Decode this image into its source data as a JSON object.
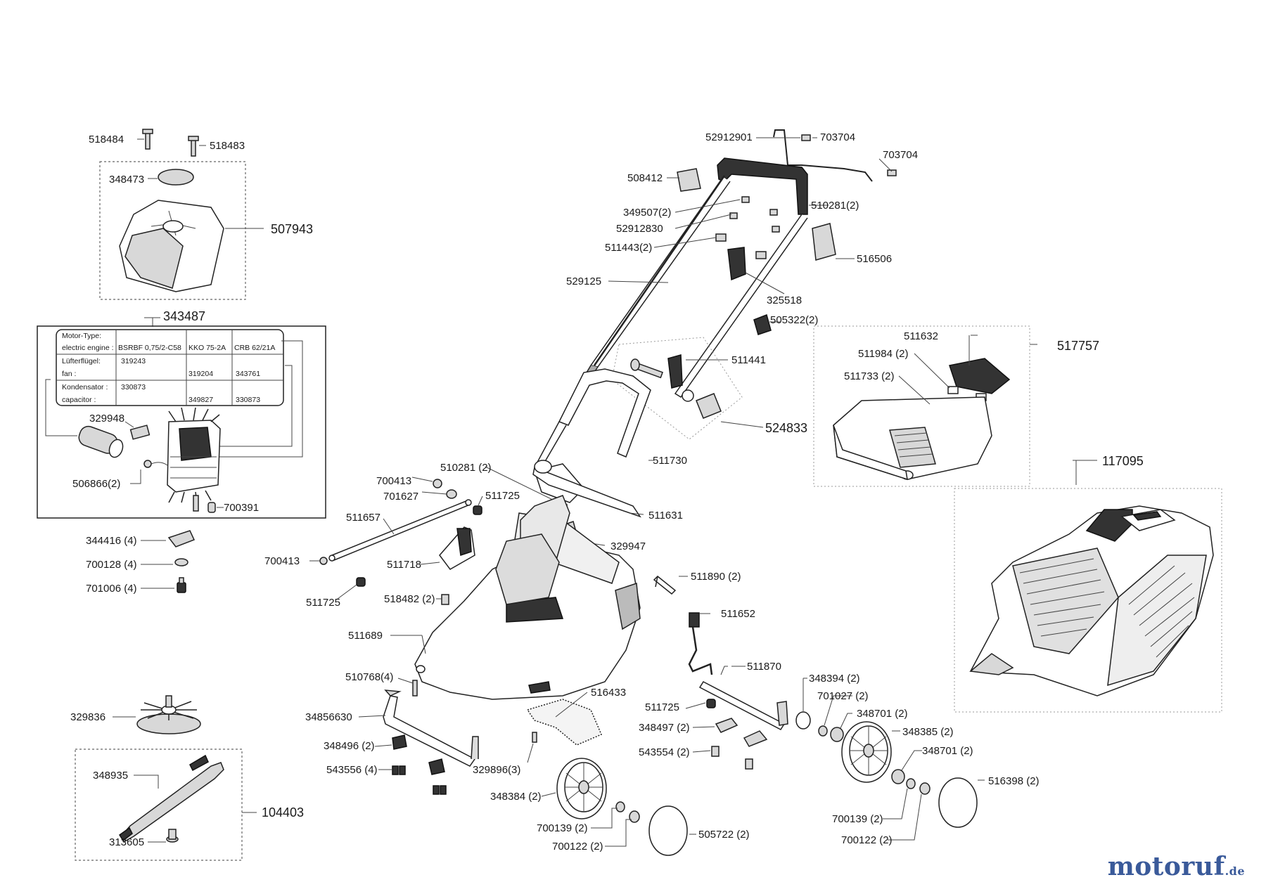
{
  "labels": {
    "l518484": "518484",
    "l518483": "518483",
    "l348473": "348473",
    "l507943": "507943",
    "l343487": "343487",
    "l329948": "329948",
    "l506866": "506866(2)",
    "l700391": "700391",
    "l344416": "344416 (4)",
    "l700128": "700128 (4)",
    "l701006": "701006 (4)",
    "l329836": "329836",
    "l348935": "348935",
    "l104403": "104403",
    "l313605": "313605",
    "l52912901": "52912901",
    "l703704a": "703704",
    "l703704b": "703704",
    "l508412": "508412",
    "l349507": "349507(2)",
    "l52912830": "52912830",
    "l511443": "511443(2)",
    "l510281a": "510281(2)",
    "l516506": "516506",
    "l529125": "529125",
    "l325518": "325518",
    "l505322": "505322(2)",
    "l511441": "511441",
    "l524833": "524833",
    "l511632": "511632",
    "l511984": "511984 (2)",
    "l511733": "511733 (2)",
    "l517757": "517757",
    "l117095": "117095",
    "l511730": "511730",
    "l511631": "511631",
    "l510281b": "510281 (2)",
    "l700413a": "700413",
    "l701627": "701627",
    "l511725a": "511725",
    "l511657": "511657",
    "l329947": "329947",
    "l700413b": "700413",
    "l511718": "511718",
    "l511725b": "511725",
    "l518482": "518482 (2)",
    "l511890": "511890 (2)",
    "l511652": "511652",
    "l511689": "511689",
    "l510768": "510768(4)",
    "l516433": "516433",
    "l511870": "511870",
    "l348394": "348394 (2)",
    "l701027": "701027 (2)",
    "l348701a": "348701 (2)",
    "l511725c": "511725",
    "l348497": "348497 (2)",
    "l348385": "348385 (2)",
    "l34856630": "34856630",
    "l348496": "348496 (2)",
    "l543556": "543556 (4)",
    "l329896": "329896(3)",
    "l543554": "543554 (2)",
    "l348701b": "348701 (2)",
    "l516398": "516398 (2)",
    "l348384": "348384 (2)",
    "l700139a": "700139 (2)",
    "l700122a": "700122 (2)",
    "l505722": "505722 (2)",
    "l700139b": "700139 (2)",
    "l700122b": "700122 (2)"
  },
  "motor_table": {
    "header_row": [
      "Motor-Type:",
      "electric engine :",
      "BSRBF 0,75/2-C58",
      "KKO 75-2A",
      "CRB 62/21A"
    ],
    "fan_row": [
      "Lüfterflügel:",
      "fan :",
      "319243",
      "319204",
      "343761"
    ],
    "capacitor_row": [
      "Kondensator :",
      "capacitor :",
      "330873",
      "349827",
      "330873"
    ]
  },
  "watermark": {
    "main": "motoruf",
    "suffix": ".de"
  }
}
